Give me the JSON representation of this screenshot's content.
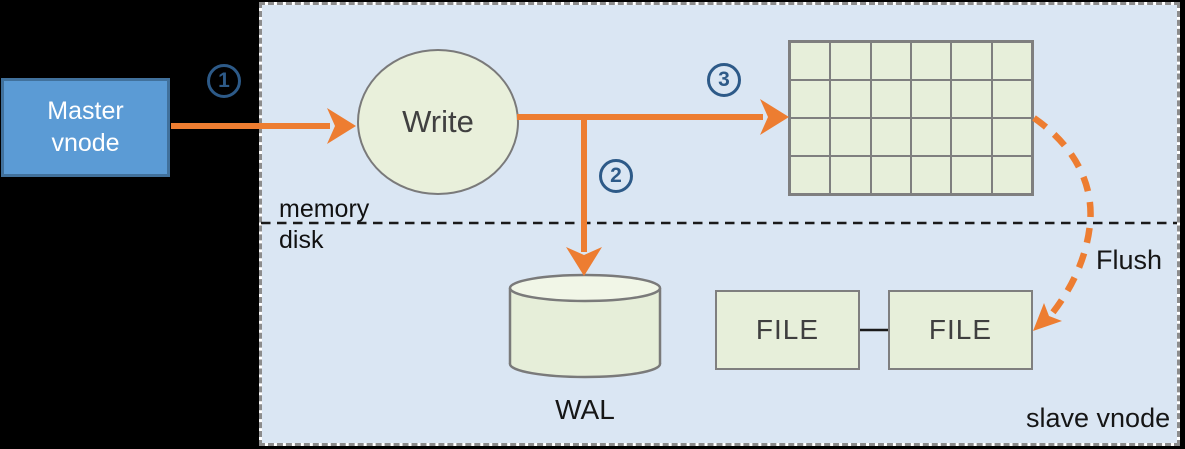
{
  "master": {
    "label": "Master vnode"
  },
  "steps": [
    {
      "label": "1"
    },
    {
      "label": "2"
    },
    {
      "label": "3"
    }
  ],
  "write_node": {
    "label": "Write"
  },
  "separator": {
    "above_label": "memory",
    "below_label": "disk"
  },
  "wal": {
    "label": "WAL"
  },
  "memtable": {
    "rows": 4,
    "cols": 6
  },
  "files": [
    {
      "label": "FILE"
    },
    {
      "label": "FILE"
    }
  ],
  "flush": {
    "label": "Flush"
  },
  "region": {
    "label": "slave vnode"
  },
  "colors": {
    "background": "#000000",
    "region_fill": "#dae6f3",
    "region_border": "#8c8c8c",
    "master_fill": "#5b9bd5",
    "master_border": "#41719c",
    "shape_fill": "#e7efda",
    "cylinder_top_fill": "#f1f6e7",
    "shape_stroke": "#7a7a7a",
    "arrow_orange": "#ed7d31",
    "badge_blue": "#2d5a88",
    "text_dark": "#3f3f3f"
  }
}
